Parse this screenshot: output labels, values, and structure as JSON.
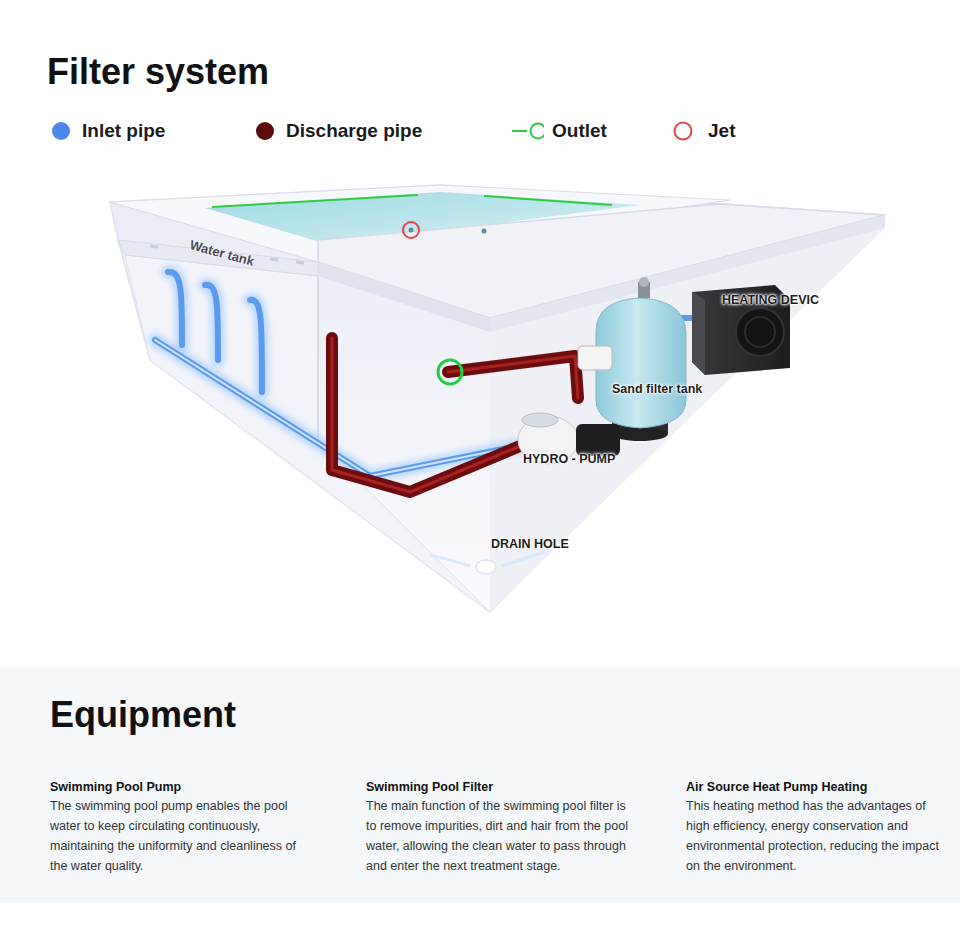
{
  "diagram": {
    "title": "Filter system",
    "nodes": [
      {
        "text": [
          "Equipment",
          "Swimming Pool Pump",
          "The swimming pool pump enables the pool water to keep circulating continuously, maintaining the uniformity and cleanliness of the water quality.",
          "Swimming Pool Filter",
          "The main function of the swimming pool filter is to remove impurities, dirt and hair from the pool water, allowing the clean water to pass through and enter the next treatment stage.",
          "Air Source Heat Pump Heating",
          "This heating method has the advantages of high efficiency, energy conservation and environmental protection, reducing the impact on the environment."
        ]
      }
    ],
    "labels": [
      "Water tank",
      "HEATING DEVIC",
      "Sand filter tank",
      "HYDRO - PUMP",
      "DRAIN HOLE"
    ],
    "legend": [
      {
        "text": "Inlet pipe",
        "color": "#4f86ec"
      },
      {
        "text": "Discharge pipe",
        "color": "#5c0b0b"
      },
      {
        "text": "Outlet"
      },
      {
        "text": "Jet"
      }
    ]
  }
}
